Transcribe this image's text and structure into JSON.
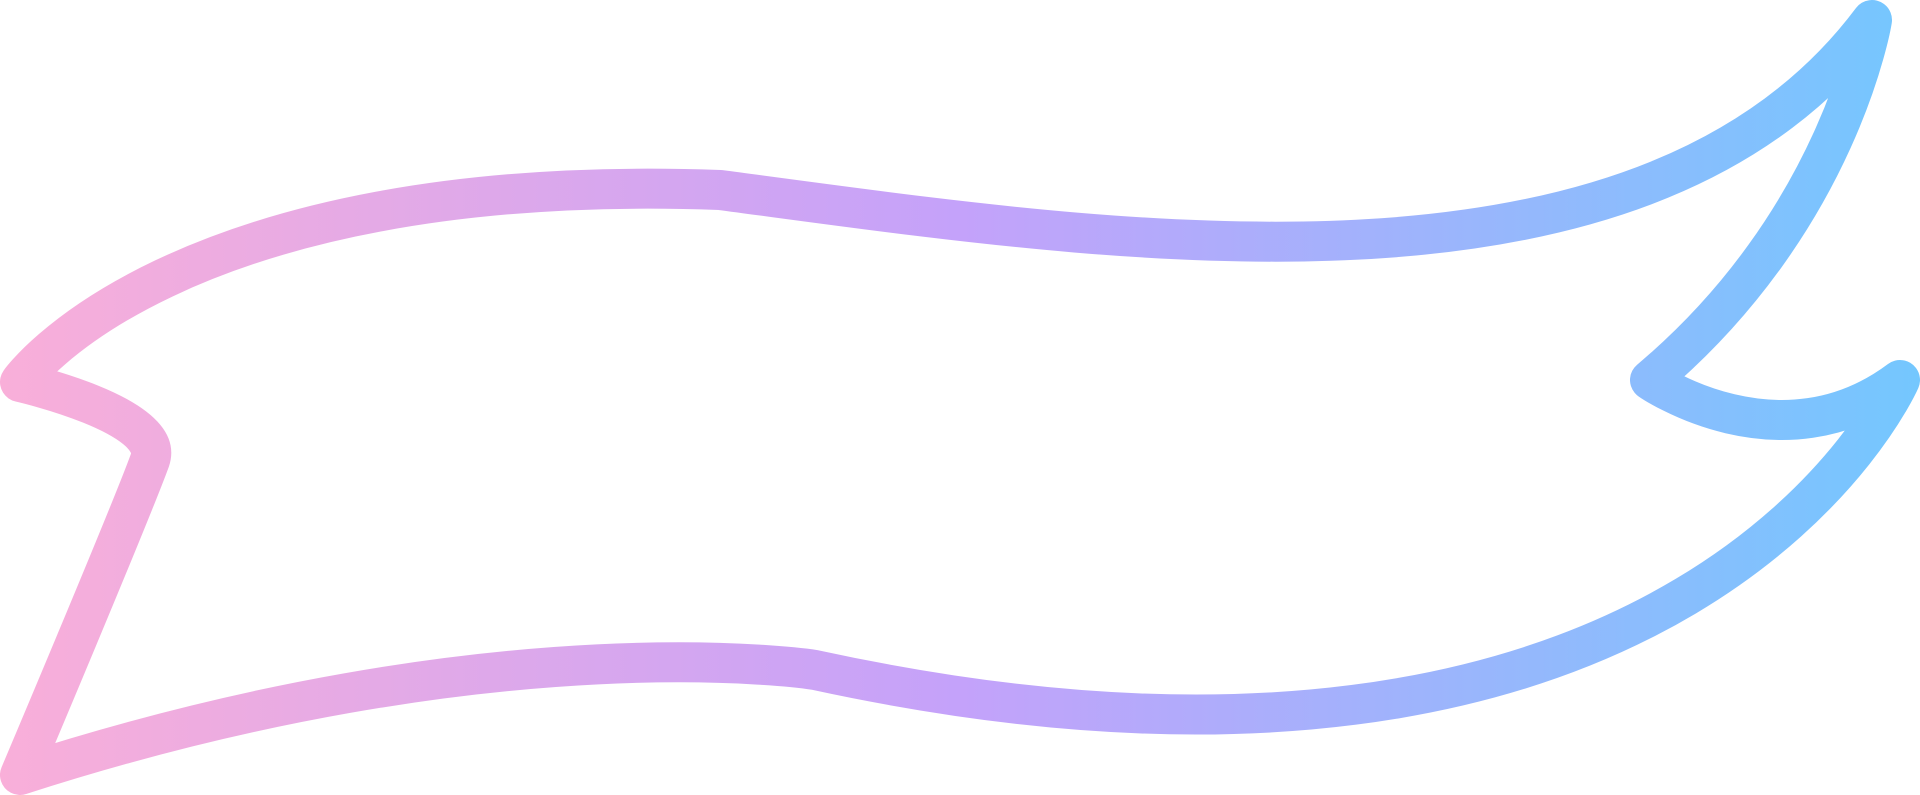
{
  "graphic": {
    "kind": "ribbon-banner-outline",
    "style": "outline",
    "fill": "none",
    "gradient": {
      "direction": "left-to-right",
      "stops": [
        {
          "offset": 0.0,
          "color": "#F9AFD9"
        },
        {
          "offset": 0.5,
          "color": "#C4A2FA"
        },
        {
          "offset": 1.0,
          "color": "#74C7FE"
        }
      ]
    }
  }
}
